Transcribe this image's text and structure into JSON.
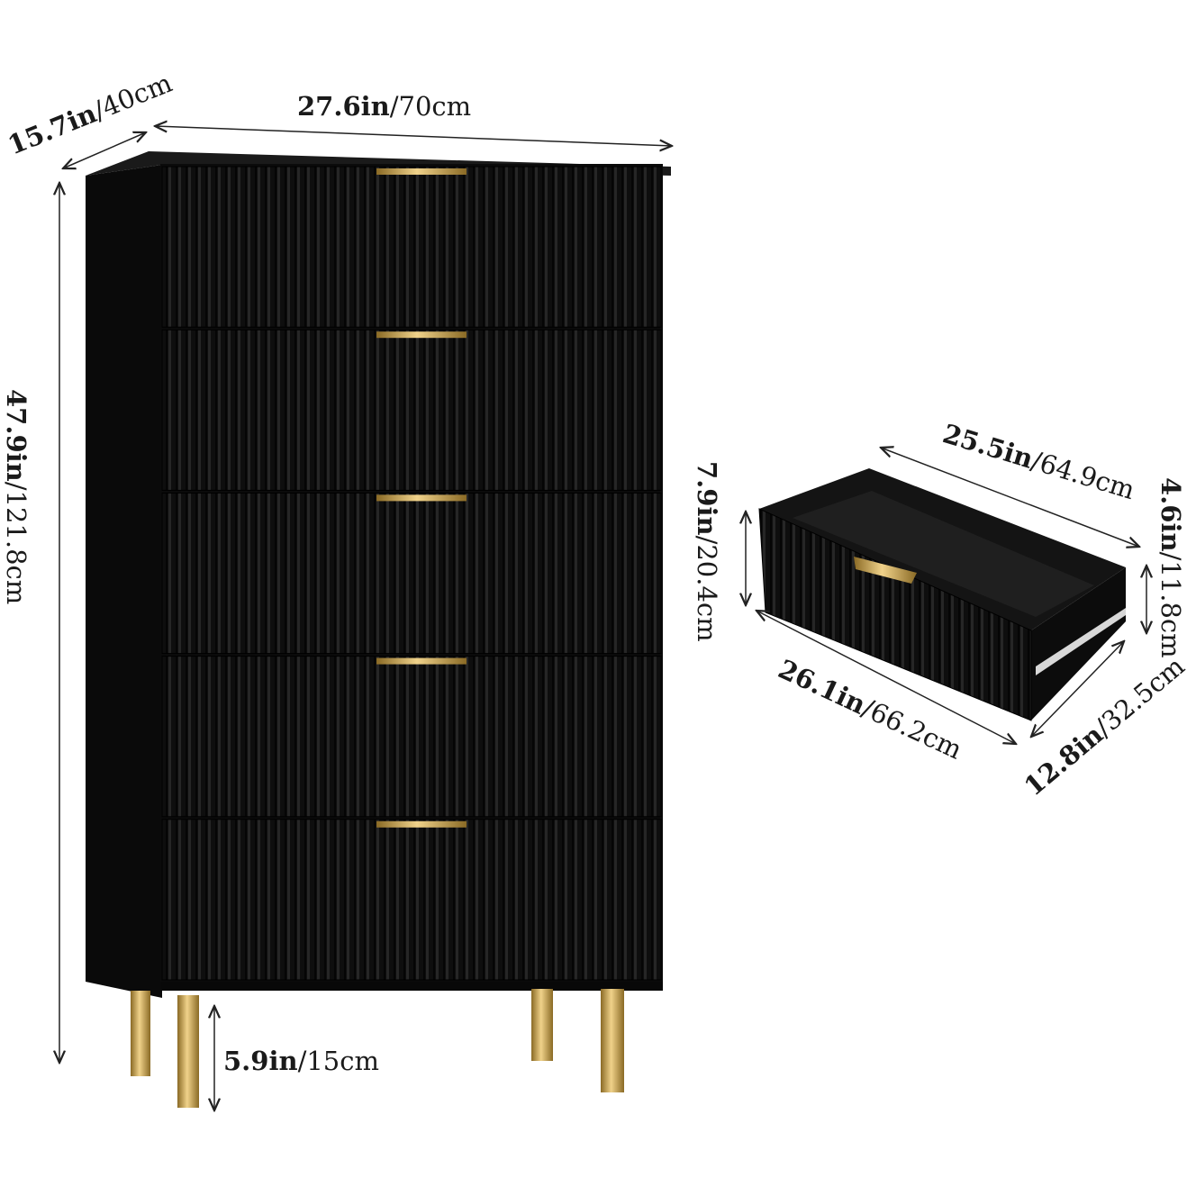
{
  "colors": {
    "body": "#0d0d0d",
    "flute": "#1c1c1c",
    "gold": "#c9a24a",
    "line": "#222222"
  },
  "dresser": {
    "depth": {
      "in": "15.7in",
      "cm": "/40cm"
    },
    "width": {
      "in": "27.6in",
      "cm": "/70cm"
    },
    "height": {
      "in": "47.9in",
      "cm": "/121.8cm"
    },
    "leg_height": {
      "in": "5.9in",
      "cm": "/15cm"
    },
    "drawer_count": 5
  },
  "drawer": {
    "inner_width": {
      "in": "25.5in",
      "cm": "/64.9cm"
    },
    "front_height": {
      "in": "7.9in",
      "cm": "/20.4cm"
    },
    "inner_height": {
      "in": "4.6in",
      "cm": "/11.8cm"
    },
    "front_width": {
      "in": "26.1in",
      "cm": "/66.2cm"
    },
    "depth": {
      "in": "12.8in",
      "cm": "/32.5cm"
    }
  }
}
